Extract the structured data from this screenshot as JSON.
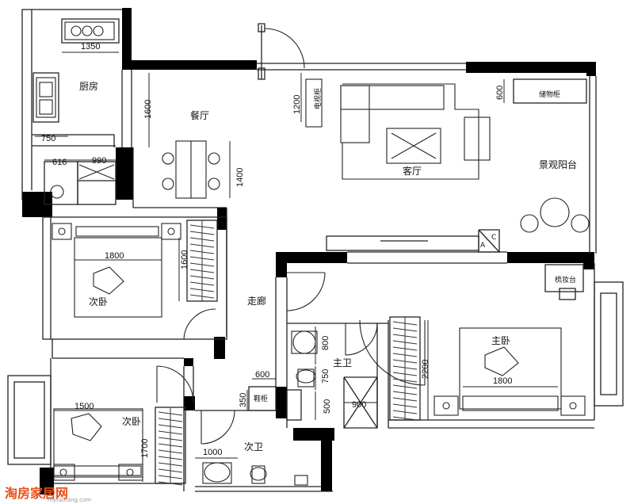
{
  "rooms": {
    "kitchen": "厨房",
    "dining": "餐厅",
    "living": "客厅",
    "balcony": "景观阳台",
    "corridor": "走廊",
    "bedroom_a": "次卧",
    "bedroom_b": "次卧",
    "master": "主卧",
    "master_bath": "主卫",
    "second_bath": "次卫"
  },
  "fixtures": {
    "storage": "储物柜",
    "shoe": "鞋柜",
    "dresser": "梳妆台",
    "tv_cab": "电视柜",
    "mark_a": "A",
    "mark_c": "C"
  },
  "dimensions": {
    "k_width": "1350",
    "k_750": "750",
    "k_616": "616",
    "k_990": "990",
    "dining_1600": "1600",
    "dining_1400": "1400",
    "living_1200": "1200",
    "balcony_600": "600",
    "bed_a_width": "1800",
    "bed_a_1600": "1600",
    "corr_600": "600",
    "corr_350": "350",
    "bath_800": "800",
    "bath_750": "750",
    "bath_500": "500",
    "bath_900": "900",
    "master_2200": "2200",
    "master_bed": "1800",
    "bed_b_width": "1500",
    "bed_b_1700": "1700",
    "bath2_1000": "1000"
  },
  "watermark": {
    "brand": "淘房家居网",
    "url": "mytaofang.com"
  },
  "colors": {
    "wall": "#000000",
    "line": "#222222",
    "logo": "#e8511a"
  }
}
